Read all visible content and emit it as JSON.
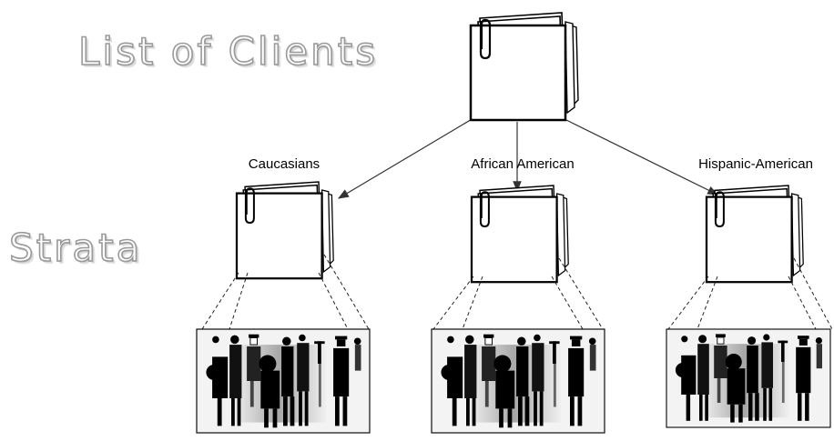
{
  "diagram": {
    "title": "List of Clients",
    "side_label": "Strata",
    "root_icon": "folder-with-paperclip-icon",
    "group_icon": "people-group-icon",
    "strata": [
      {
        "label": "Caucasians"
      },
      {
        "label": "African American"
      },
      {
        "label": "Hispanic-American"
      }
    ]
  }
}
